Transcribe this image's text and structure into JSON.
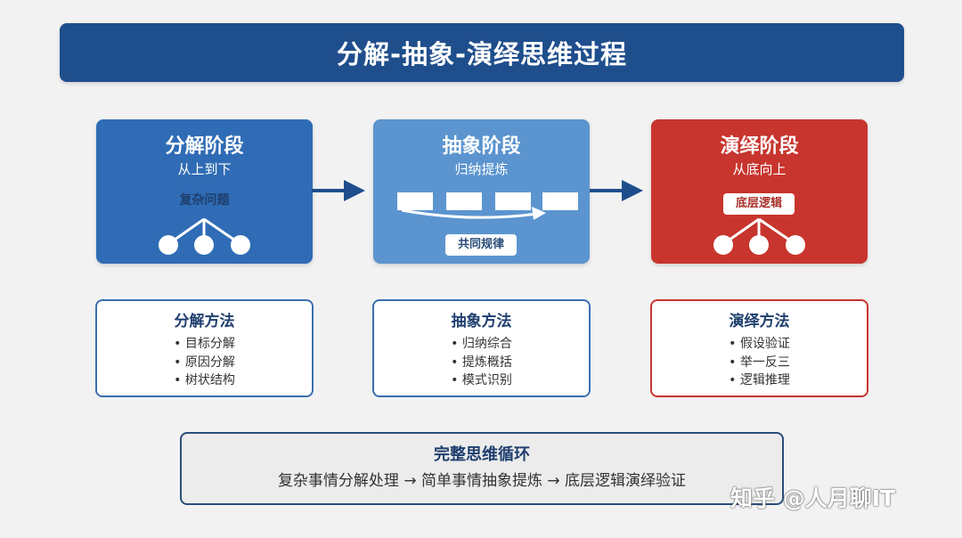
{
  "title": "分解-抽象-演绎思维过程",
  "stages": [
    {
      "title": "分解阶段",
      "subtitle": "从上到下",
      "label": "复杂问题"
    },
    {
      "title": "抽象阶段",
      "subtitle": "归纳提炼",
      "label": "共同规律"
    },
    {
      "title": "演绎阶段",
      "subtitle": "从底向上",
      "label": "底层逻辑"
    }
  ],
  "methods": [
    {
      "title": "分解方法",
      "items": [
        "目标分解",
        "原因分解",
        "树状结构"
      ]
    },
    {
      "title": "抽象方法",
      "items": [
        "归纳综合",
        "提炼概括",
        "模式识别"
      ]
    },
    {
      "title": "演绎方法",
      "items": [
        "假设验证",
        "举一反三",
        "逻辑推理"
      ]
    }
  ],
  "cycle": {
    "title": "完整思维循环",
    "text": "复杂事情分解处理 → 简单事情抽象提炼 → 底层逻辑演绎验证"
  },
  "watermark": "知乎 @人月聊IT",
  "colors": {
    "title_bar": "#1f4e8c",
    "decompose": "#2f6cb5",
    "abstract": "#5b94cf",
    "deduce": "#c8352e"
  }
}
